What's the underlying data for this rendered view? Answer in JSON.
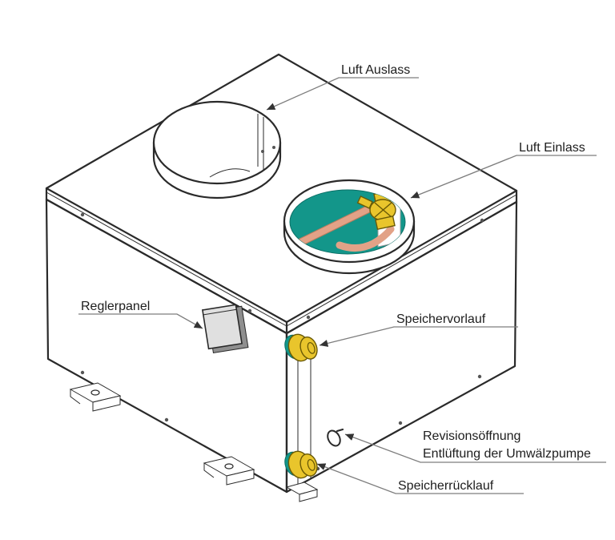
{
  "diagram": {
    "type": "technical-line-drawing",
    "subject": "isometric view of a heat pump / ventilation unit with labeled parts",
    "labels": {
      "air_outlet": "Luft Auslass",
      "air_inlet": "Luft Einlass",
      "control_panel": "Reglerpanel",
      "storage_flow": "Speichervorlauf",
      "inspection_line1": "Revisionsöffnung",
      "inspection_line2": "Entlüftung der Umwälzpumpe",
      "storage_return": "Speicherrücklauf"
    },
    "colors": {
      "background": "#ffffff",
      "line": "#2a2a2a",
      "leader": "#7d7d7d",
      "teal": "#13968a",
      "copper": "#e2a287",
      "brass": "#e9c52c",
      "panel_gray": "#e0e0e0"
    }
  }
}
